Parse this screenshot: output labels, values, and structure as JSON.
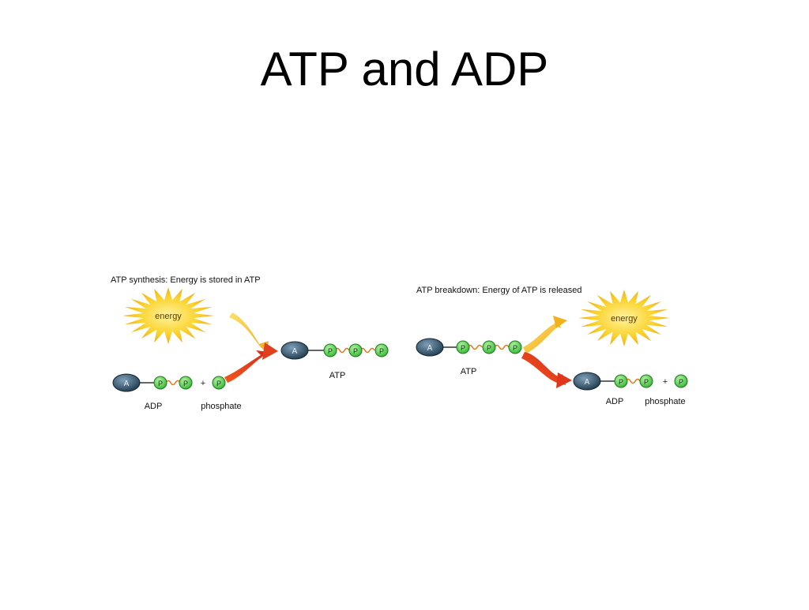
{
  "slide": {
    "title": "ATP and ADP"
  },
  "synthesis": {
    "caption": "ATP synthesis: Energy is stored in ATP",
    "energy_label": "energy",
    "reactant_label": "ADP",
    "phosphate_label": "phosphate",
    "product_label": "ATP",
    "plus": "+"
  },
  "breakdown": {
    "caption": "ATP breakdown: Energy of ATP is released",
    "energy_label": "energy",
    "reactant_label": "ATP",
    "product_label": "ADP",
    "phosphate_label": "phosphate",
    "plus": "+"
  },
  "molecule": {
    "adenosine_symbol": "A",
    "phosphate_symbol": "P"
  },
  "colors": {
    "adenosine": "#2e4a5e",
    "phosphate": "#3fd03f",
    "bond_wavy": "#e07a1a",
    "energy_arrow": "#f2b21c",
    "molecule_arrow": "#e2361b",
    "burst": "#f7c21a"
  }
}
